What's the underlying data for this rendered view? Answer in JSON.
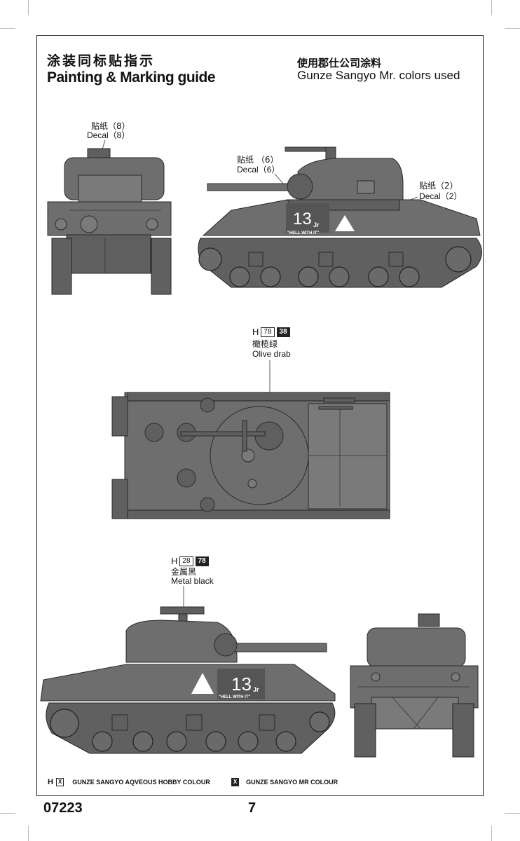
{
  "header": {
    "title_cn": "涂装同标贴指示",
    "title_en": "Painting & Marking guide",
    "brand_cn": "使用郡仕公司涂料",
    "brand_en": "Gunze Sangyo Mr. colors used"
  },
  "callouts": {
    "front_decal_cn": "贴纸（8）",
    "front_decal_en": "Decal（8）",
    "turret_decal_cn": "贴纸 （6）",
    "turret_decal_en": "Decal（6）",
    "side_decal_cn": "贴纸（2）",
    "side_decal_en": "Decal（2）"
  },
  "paints": {
    "olive": {
      "prefix": "H",
      "aqueous": "78",
      "mr": "38",
      "name_cn": "橄榄绿",
      "name_en": "Olive drab"
    },
    "black": {
      "prefix": "H",
      "aqueous": "28",
      "mr": "78",
      "name_cn": "金属黑",
      "name_en": "Metal black"
    }
  },
  "markings": {
    "number": "13",
    "suffix": "Jr",
    "slogan": "\"HELL WITH IT\""
  },
  "legend": {
    "prefix": "H",
    "box": "X",
    "aqueous_label": "GUNZE SANGYO AQVEOUS HOBBY COLOUR",
    "mr_box": "X",
    "mr_label": "GUNZE SANGYO MR COLOUR"
  },
  "footer": {
    "code": "07223",
    "page": "7"
  },
  "colors": {
    "olive_drab_render": "#6e6e6e",
    "outline": "#2a2a2a"
  }
}
